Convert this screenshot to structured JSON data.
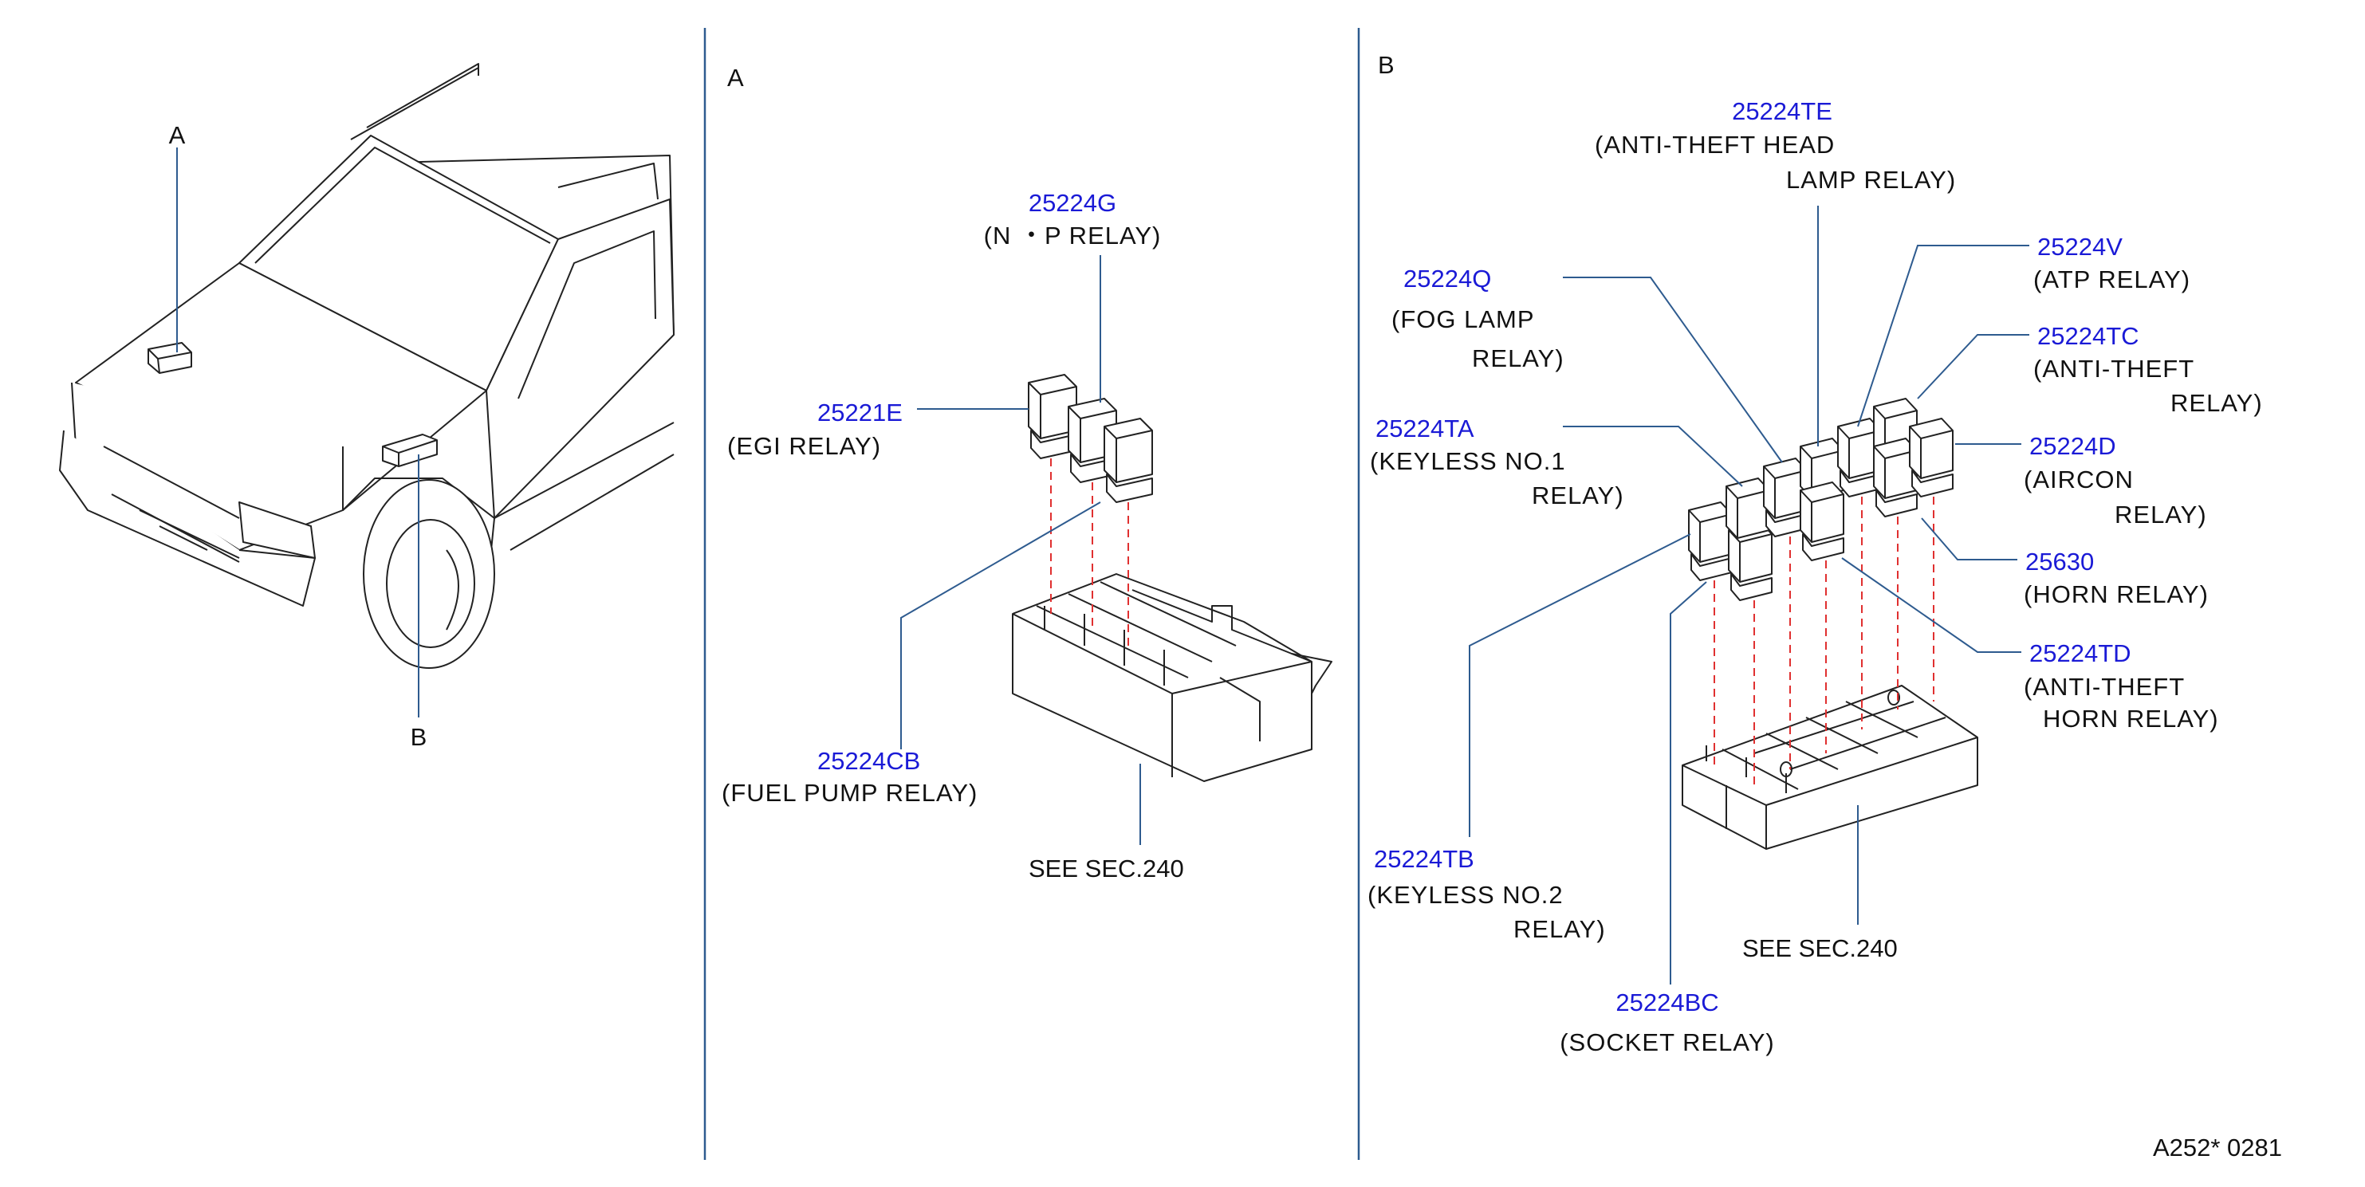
{
  "sections": {
    "overview": {
      "marker_a": "A",
      "marker_b": "B"
    },
    "a": {
      "label": "A",
      "see_sec": "SEE  SEC.240"
    },
    "b": {
      "label": "B",
      "see_sec": "SEE  SEC.240"
    }
  },
  "parts_a": [
    {
      "pn": "25224G",
      "desc": [
        "(N ・P  RELAY)"
      ]
    },
    {
      "pn": "25221E",
      "desc": [
        "(EGI  RELAY)"
      ]
    },
    {
      "pn": "25224CB",
      "desc": [
        "(FUEL  PUMP  RELAY)"
      ]
    }
  ],
  "parts_b": [
    {
      "pn": "25224TE",
      "desc": [
        "(ANTI-THEFT  HEAD",
        "LAMP  RELAY)"
      ]
    },
    {
      "pn": "25224Q",
      "desc": [
        "(FOG  LAMP",
        "RELAY)"
      ]
    },
    {
      "pn": "25224V",
      "desc": [
        "(ATP  RELAY)"
      ]
    },
    {
      "pn": "25224TC",
      "desc": [
        "(ANTI-THEFT",
        "RELAY)"
      ]
    },
    {
      "pn": "25224TA",
      "desc": [
        "(KEYLESS  NO.1",
        "RELAY)"
      ]
    },
    {
      "pn": "25224D",
      "desc": [
        "(AIRCON",
        "RELAY)"
      ]
    },
    {
      "pn": "25630",
      "desc": [
        "(HORN  RELAY)"
      ]
    },
    {
      "pn": "25224TD",
      "desc": [
        "(ANTI-THEFT",
        "HORN  RELAY)"
      ]
    },
    {
      "pn": "25224TB",
      "desc": [
        "(KEYLESS  NO.2",
        "RELAY)"
      ]
    },
    {
      "pn": "25224BC",
      "desc": [
        "(SOCKET  RELAY)"
      ]
    }
  ],
  "reference": "A252*  0281",
  "colors": {
    "part_number": "#1a1ad6",
    "leader": "#2e5b8f",
    "dash": "#e03030",
    "line": "#222222"
  }
}
